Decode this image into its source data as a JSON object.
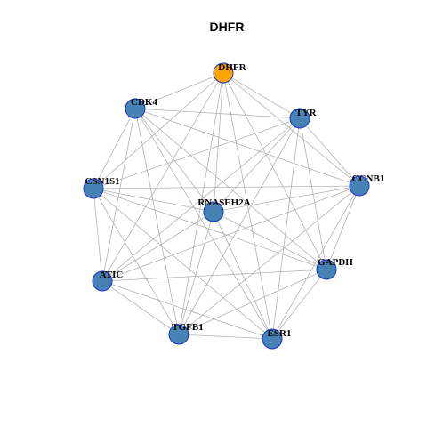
{
  "title": "DHFR",
  "colors": {
    "background": "#ffffff",
    "edge": "#b3b3b3",
    "node_fill": "#4682b4",
    "node_stroke": "#1a33cc",
    "highlight_fill": "#ffa500"
  },
  "highlight": "DHFR",
  "nodes": [
    {
      "id": "DHFR"
    },
    {
      "id": "CDK4"
    },
    {
      "id": "TYR"
    },
    {
      "id": "CSN1S1"
    },
    {
      "id": "CCNB1"
    },
    {
      "id": "RNASEH2A"
    },
    {
      "id": "GAPDH"
    },
    {
      "id": "ATIC"
    },
    {
      "id": "TGFB1"
    },
    {
      "id": "ESR1"
    }
  ],
  "edges": [
    [
      "DHFR",
      "CDK4"
    ],
    [
      "DHFR",
      "TYR"
    ],
    [
      "DHFR",
      "CCNB1"
    ],
    [
      "DHFR",
      "RNASEH2A"
    ],
    [
      "DHFR",
      "GAPDH"
    ],
    [
      "DHFR",
      "ATIC"
    ],
    [
      "DHFR",
      "TGFB1"
    ],
    [
      "DHFR",
      "ESR1"
    ],
    [
      "DHFR",
      "CSN1S1"
    ],
    [
      "CDK4",
      "TYR"
    ],
    [
      "CDK4",
      "CSN1S1"
    ],
    [
      "CDK4",
      "CCNB1"
    ],
    [
      "CDK4",
      "RNASEH2A"
    ],
    [
      "CDK4",
      "GAPDH"
    ],
    [
      "CDK4",
      "ATIC"
    ],
    [
      "CDK4",
      "TGFB1"
    ],
    [
      "CDK4",
      "ESR1"
    ],
    [
      "TYR",
      "CSN1S1"
    ],
    [
      "TYR",
      "CCNB1"
    ],
    [
      "TYR",
      "RNASEH2A"
    ],
    [
      "TYR",
      "GAPDH"
    ],
    [
      "TYR",
      "ATIC"
    ],
    [
      "TYR",
      "TGFB1"
    ],
    [
      "TYR",
      "ESR1"
    ],
    [
      "CSN1S1",
      "CCNB1"
    ],
    [
      "CSN1S1",
      "RNASEH2A"
    ],
    [
      "CSN1S1",
      "GAPDH"
    ],
    [
      "CSN1S1",
      "ATIC"
    ],
    [
      "CSN1S1",
      "TGFB1"
    ],
    [
      "CSN1S1",
      "ESR1"
    ],
    [
      "CCNB1",
      "RNASEH2A"
    ],
    [
      "CCNB1",
      "GAPDH"
    ],
    [
      "CCNB1",
      "ATIC"
    ],
    [
      "CCNB1",
      "TGFB1"
    ],
    [
      "CCNB1",
      "ESR1"
    ],
    [
      "RNASEH2A",
      "GAPDH"
    ],
    [
      "RNASEH2A",
      "ATIC"
    ],
    [
      "RNASEH2A",
      "TGFB1"
    ],
    [
      "RNASEH2A",
      "ESR1"
    ],
    [
      "GAPDH",
      "ATIC"
    ],
    [
      "GAPDH",
      "TGFB1"
    ],
    [
      "GAPDH",
      "ESR1"
    ],
    [
      "ATIC",
      "TGFB1"
    ],
    [
      "ATIC",
      "ESR1"
    ],
    [
      "TGFB1",
      "ESR1"
    ]
  ]
}
